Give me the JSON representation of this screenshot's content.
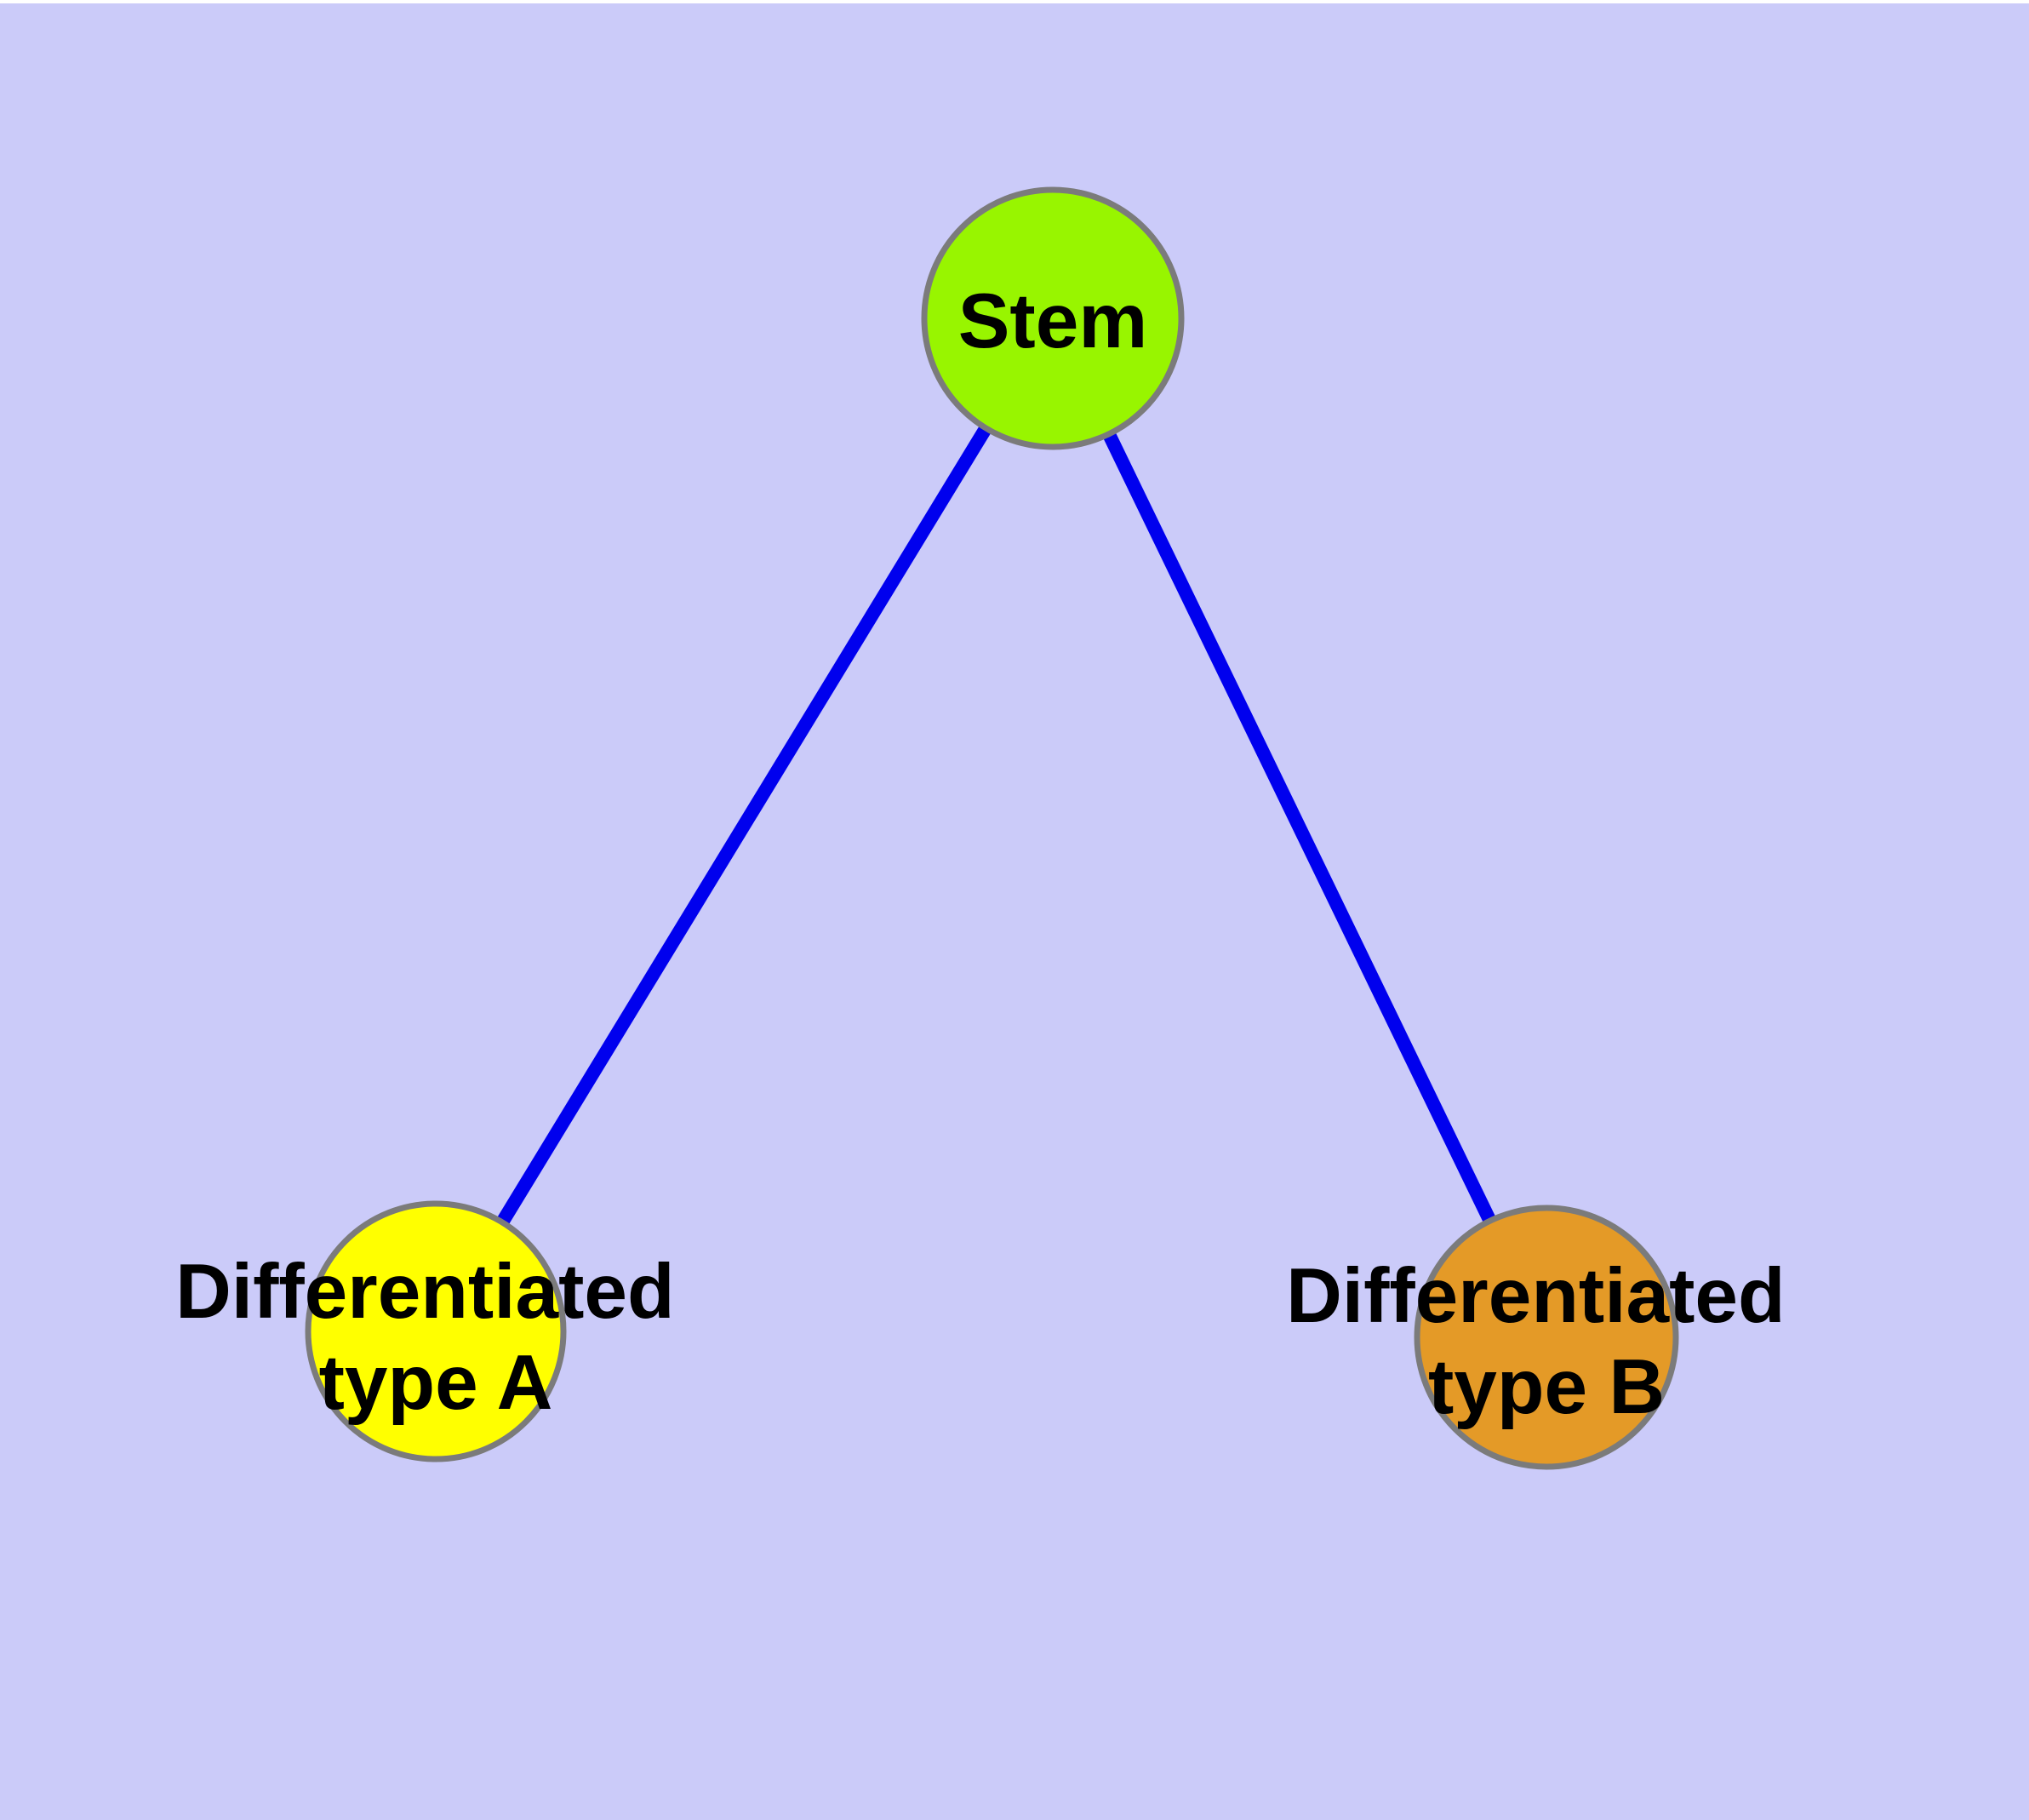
{
  "canvas": {
    "top_margin_color": "#FFFFFF",
    "background_color": "#CBCBF9"
  },
  "style": {
    "node_border_color": "#7B7B7B",
    "label_color": "#000000",
    "edge_color": "#0000EE"
  },
  "nodes": {
    "stem": {
      "label": "Stem",
      "fill": "#98F500"
    },
    "type_a": {
      "label_line1": "Differentiated",
      "label_line2": "type A",
      "fill": "#FFFF00"
    },
    "type_b": {
      "label_line1": "Differentiated",
      "label_line2": "type B",
      "fill": "#E49A27"
    }
  },
  "edges": [
    {
      "from": "Stem",
      "to": "Differentiated type A"
    },
    {
      "from": "Stem",
      "to": "Differentiated type B"
    }
  ]
}
